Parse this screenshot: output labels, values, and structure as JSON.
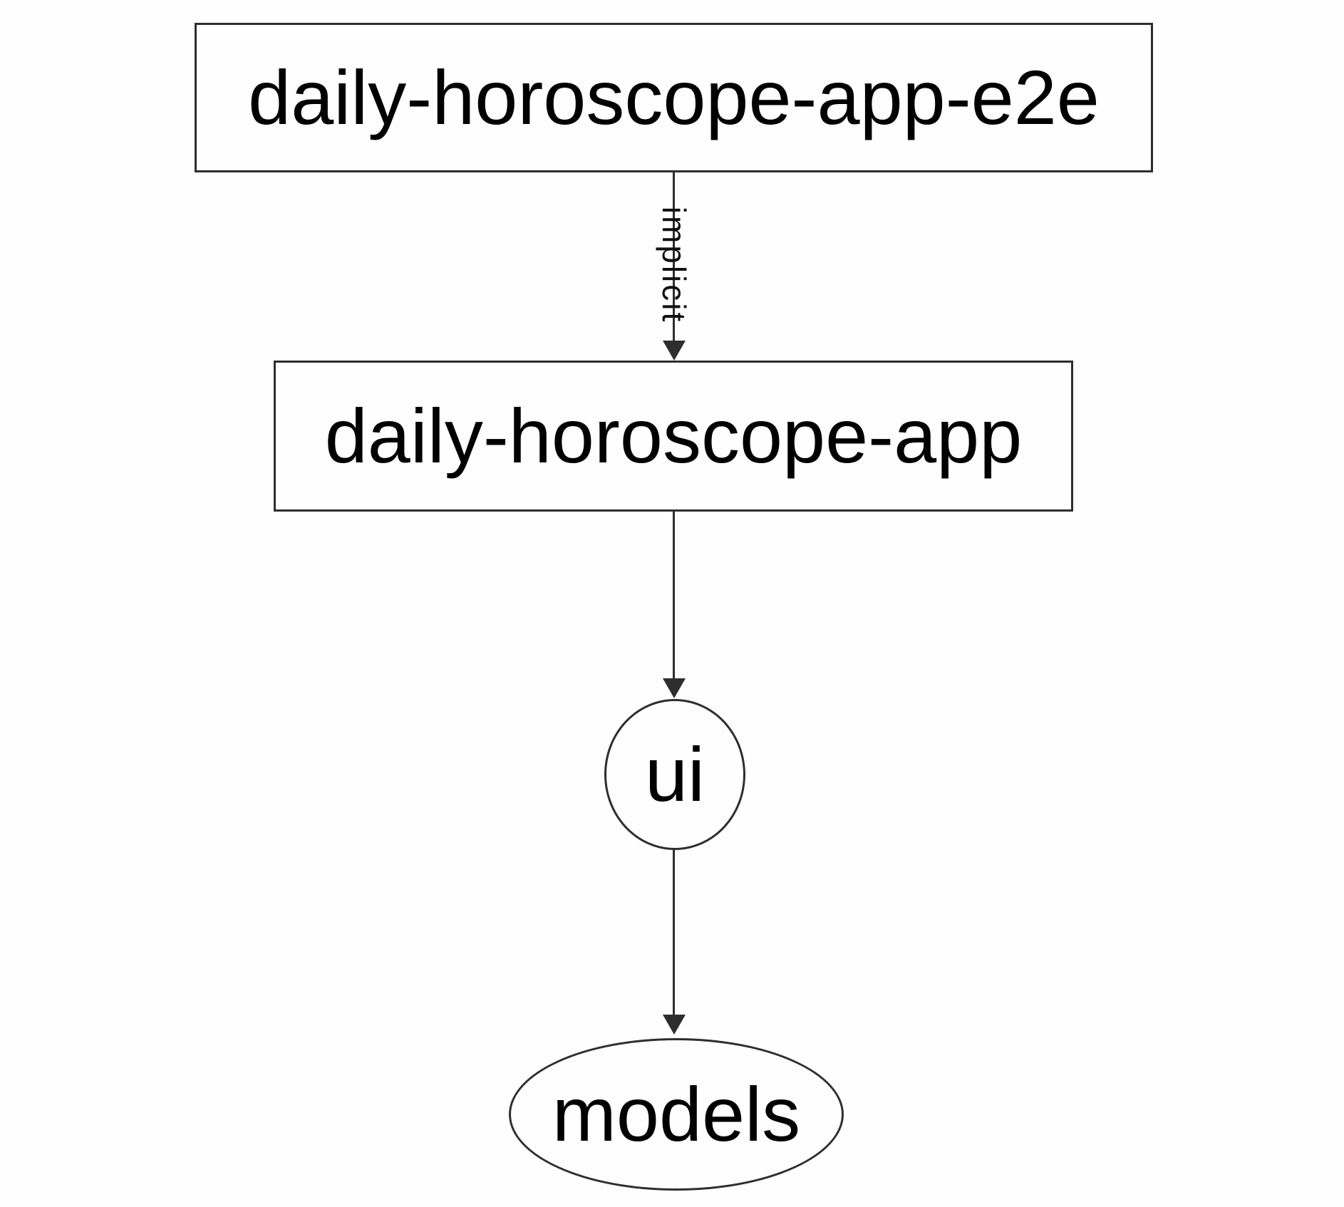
{
  "graph": {
    "nodes": [
      {
        "id": "daily-horoscope-app-e2e",
        "label": "daily-horoscope-app-e2e",
        "shape": "rectangle"
      },
      {
        "id": "daily-horoscope-app",
        "label": "daily-horoscope-app",
        "shape": "rectangle"
      },
      {
        "id": "ui",
        "label": "ui",
        "shape": "circle"
      },
      {
        "id": "models",
        "label": "models",
        "shape": "ellipse"
      }
    ],
    "edges": [
      {
        "source": "daily-horoscope-app-e2e",
        "target": "daily-horoscope-app",
        "label": "implicit",
        "arrow": "down"
      },
      {
        "source": "daily-horoscope-app",
        "target": "ui",
        "label": "",
        "arrow": "down"
      },
      {
        "source": "ui",
        "target": "models",
        "label": "",
        "arrow": "down"
      }
    ],
    "colors": {
      "stroke": "#2e2e2e",
      "text": "#000000",
      "background": "#fefefe",
      "node_fill": "#fefefe"
    }
  }
}
